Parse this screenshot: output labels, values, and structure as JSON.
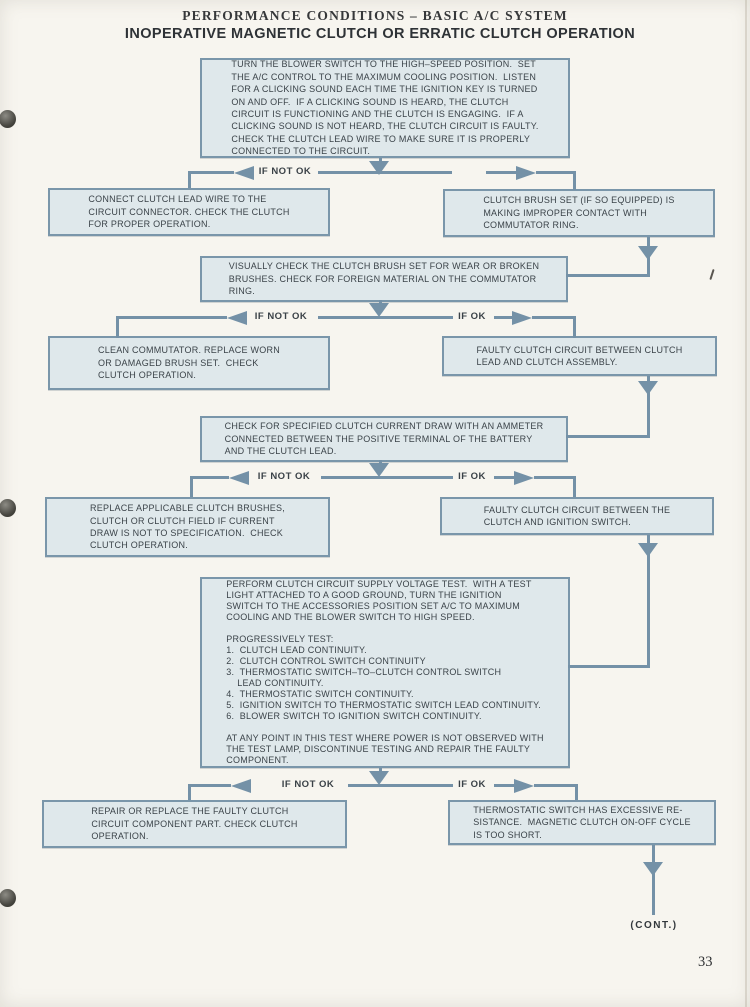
{
  "page": {
    "header": "PERFORMANCE CONDITIONS – BASIC A/C SYSTEM",
    "title": "INOPERATIVE MAGNETIC CLUTCH OR ERRATIC CLUTCH OPERATION",
    "continuation_note": "(CONT.)",
    "page_number": "33"
  },
  "labels": {
    "if_not_ok": "IF NOT OK",
    "if_ok": "IF OK"
  },
  "colors": {
    "paper": "#f7f5ef",
    "box_fill": "#dfe8eb",
    "box_border": "#7a96aa",
    "connector": "#7491a7",
    "text": "#3b4349"
  },
  "flowchart": {
    "boxes": [
      {
        "id": "test-clicking-sound",
        "text": "TURN THE BLOWER SWITCH TO THE HIGH–SPEED POSITION.  SET\nTHE A/C CONTROL TO THE MAXIMUM COOLING POSITION.  LISTEN\nFOR A CLICKING SOUND EACH TIME THE IGNITION KEY IS TURNED\nON AND OFF.  IF A CLICKING SOUND IS HEARD, THE CLUTCH\nCIRCUIT IS FUNCTIONING AND THE CLUTCH IS ENGAGING.  IF A\nCLICKING SOUND IS NOT HEARD, THE CLUTCH CIRCUIT IS FAULTY.\nCHECK THE CLUTCH LEAD WIRE TO MAKE SURE IT IS PROPERLY\nCONNECTED TO THE CIRCUIT."
      },
      {
        "id": "connect-clutch-lead-wire",
        "text": "CONNECT CLUTCH LEAD WIRE TO THE\nCIRCUIT CONNECTOR. CHECK THE CLUTCH\nFOR PROPER OPERATION."
      },
      {
        "id": "clutch-brush-set-improper-contact",
        "text": "CLUTCH BRUSH SET (IF SO EQUIPPED) IS\nMAKING IMPROPER CONTACT WITH\nCOMMUTATOR RING."
      },
      {
        "id": "visually-check-brush-set",
        "text": "VISUALLY CHECK THE CLUTCH BRUSH SET FOR WEAR OR BROKEN\nBRUSHES. CHECK FOR FOREIGN MATERIAL ON THE COMMUTATOR\nRING."
      },
      {
        "id": "clean-commutator",
        "text": "CLEAN COMMUTATOR. REPLACE WORN\nOR DAMAGED BRUSH SET.  CHECK\nCLUTCH OPERATION."
      },
      {
        "id": "faulty-circuit-lead-assembly",
        "text": "FAULTY CLUTCH CIRCUIT BETWEEN CLUTCH\nLEAD AND CLUTCH ASSEMBLY."
      },
      {
        "id": "check-current-draw",
        "text": "CHECK FOR SPECIFIED CLUTCH CURRENT DRAW WITH AN AMMETER\nCONNECTED BETWEEN THE POSITIVE TERMINAL OF THE BATTERY\nAND THE CLUTCH LEAD."
      },
      {
        "id": "replace-brushes-clutch-field",
        "text": "REPLACE APPLICABLE CLUTCH BRUSHES,\nCLUTCH OR CLUTCH FIELD IF CURRENT\nDRAW IS NOT TO SPECIFICATION.  CHECK\nCLUTCH OPERATION."
      },
      {
        "id": "faulty-circuit-clutch-ignition",
        "text": "FAULTY CLUTCH CIRCUIT BETWEEN THE\nCLUTCH AND IGNITION SWITCH."
      },
      {
        "id": "supply-voltage-test",
        "text": "PERFORM CLUTCH CIRCUIT SUPPLY VOLTAGE TEST.  WITH A TEST\nLIGHT ATTACHED TO A GOOD GROUND, TURN THE IGNITION\nSWITCH TO THE ACCESSORIES POSITION SET A/C TO MAXIMUM\nCOOLING AND THE BLOWER SWITCH TO HIGH SPEED.\n\nPROGRESSIVELY TEST:\n1.  CLUTCH LEAD CONTINUITY.\n2.  CLUTCH CONTROL SWITCH CONTINUITY\n3.  THERMOSTATIC SWITCH–TO–CLUTCH CONTROL SWITCH\n    LEAD CONTINUITY.\n4.  THERMOSTATIC SWITCH CONTINUITY.\n5.  IGNITION SWITCH TO THERMOSTATIC SWITCH LEAD CONTINUITY.\n6.  BLOWER SWITCH TO IGNITION SWITCH CONTINUITY.\n\nAT ANY POINT IN THIS TEST WHERE POWER IS NOT OBSERVED WITH\nTHE TEST LAMP, DISCONTINUE TESTING AND REPAIR THE FAULTY\nCOMPONENT."
      },
      {
        "id": "repair-replace-faulty-component",
        "text": "REPAIR OR REPLACE THE FAULTY CLUTCH\nCIRCUIT COMPONENT PART. CHECK CLUTCH\nOPERATION."
      },
      {
        "id": "thermostatic-switch-excessive-resistance",
        "text": "THERMOSTATIC SWITCH HAS EXCESSIVE RE-\nSISTANCE.  MAGNETIC CLUTCH ON-OFF CYCLE\nIS TOO SHORT."
      }
    ]
  }
}
